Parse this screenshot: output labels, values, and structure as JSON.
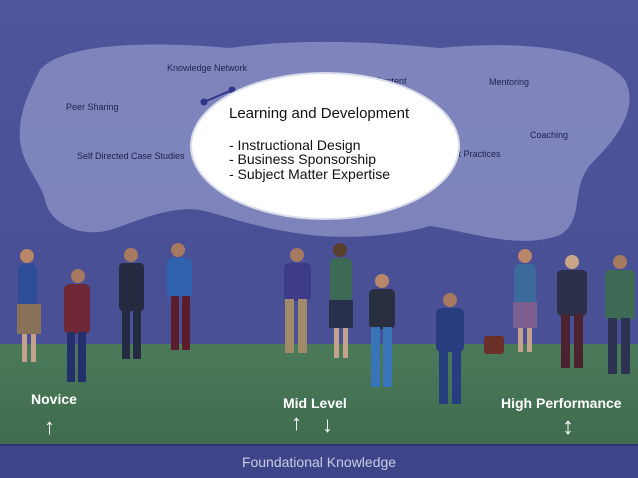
{
  "cloud_labels": {
    "knowledge_network": "Knowledge Network",
    "content": "Content",
    "mentoring": "Mentoring",
    "peer_sharing": "Peer Sharing",
    "coaching": "Coaching",
    "self_directed": "Self Directed Case Studies",
    "best_practices": "est Practices"
  },
  "bubble": {
    "title": "Learning and Development",
    "items": [
      "- Instructional Design",
      "- Business Sponsorship",
      "- Subject Matter Expertise"
    ]
  },
  "levels": {
    "novice": "Novice",
    "mid": "Mid Level",
    "high": "High Performance"
  },
  "footer": "Foundational Knowledge",
  "colors": {
    "background": "#4a5096",
    "cloud": "#8a8fc4",
    "ground": "#4b7a5a",
    "footer": "#3e4488"
  }
}
